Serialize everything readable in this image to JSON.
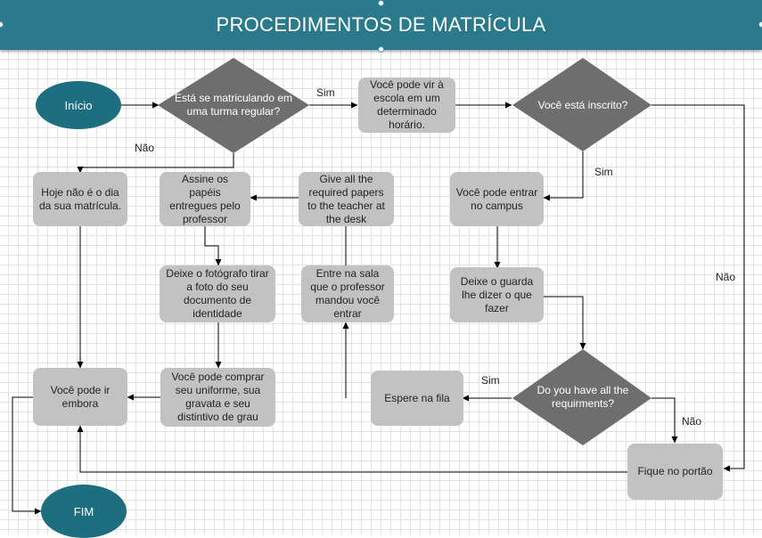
{
  "title": "PROCEDIMENTOS DE MATRÍCULA",
  "colors": {
    "header": "#2a7a8c",
    "terminal": "#1d6f7f",
    "process": "#c2c2c2",
    "decision": "#6e6e6e",
    "connector": "#000000"
  },
  "nodes": {
    "inicio": "Início",
    "fim": "FIM",
    "d_regular": "Está se matriculando em uma turma regular?",
    "d_inscrito": "Você está inscrito?",
    "d_requirements": "Do you have all the requirments?",
    "p_horario": "Você pode vir à escola em um determinado horário.",
    "p_hoje_nao": "Hoje não é o dia da sua matrícula.",
    "p_assine": "Assine os papéis entregues pelo professor",
    "p_give": "Give all the required papers to the teacher at the desk",
    "p_entrar_campus": "Você pode entrar no campus",
    "p_fotografo": "Deixe o fotógrafo tirar a foto do seu documento de identidade",
    "p_entre_sala": "Entre na sala que o professor mandou você entrar",
    "p_guarda": "Deixe o guarda lhe dizer o que fazer",
    "p_ir_embora": "Você pode ir embora",
    "p_comprar": "Você pode comprar seu uniforme, sua gravata e seu distintivo de grau",
    "p_espere": "Espere na fila",
    "p_portao": "Fique no portão"
  },
  "edge_labels": {
    "sim_regular": "Sim",
    "nao_regular": "Não",
    "sim_inscrito": "Sim",
    "nao_inscrito": "Não",
    "sim_requirements": "Sim",
    "nao_requirements": "Não"
  }
}
